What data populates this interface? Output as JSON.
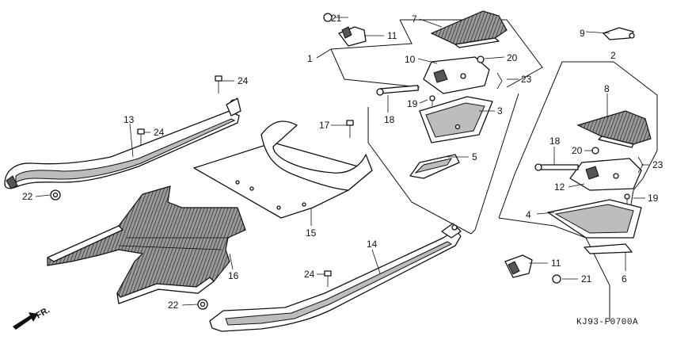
{
  "diagram": {
    "code": "KJ93-F0700A",
    "direction_label": "FR.",
    "callouts": {
      "c1": "1",
      "c2": "2",
      "c3": "3",
      "c4": "4",
      "c5": "5",
      "c6": "6",
      "c7": "7",
      "c8": "8",
      "c9": "9",
      "c10": "10",
      "c11a": "11",
      "c11b": "11",
      "c12": "12",
      "c13": "13",
      "c14": "14",
      "c15": "15",
      "c16": "16",
      "c17": "17",
      "c18a": "18",
      "c18b": "18",
      "c19a": "19",
      "c19b": "19",
      "c20a": "20",
      "c20b": "20",
      "c21a": "21",
      "c21b": "21",
      "c22a": "22",
      "c22b": "22",
      "c23a": "23",
      "c23b": "23",
      "c24a": "24",
      "c24b": "24",
      "c24c": "24"
    }
  }
}
